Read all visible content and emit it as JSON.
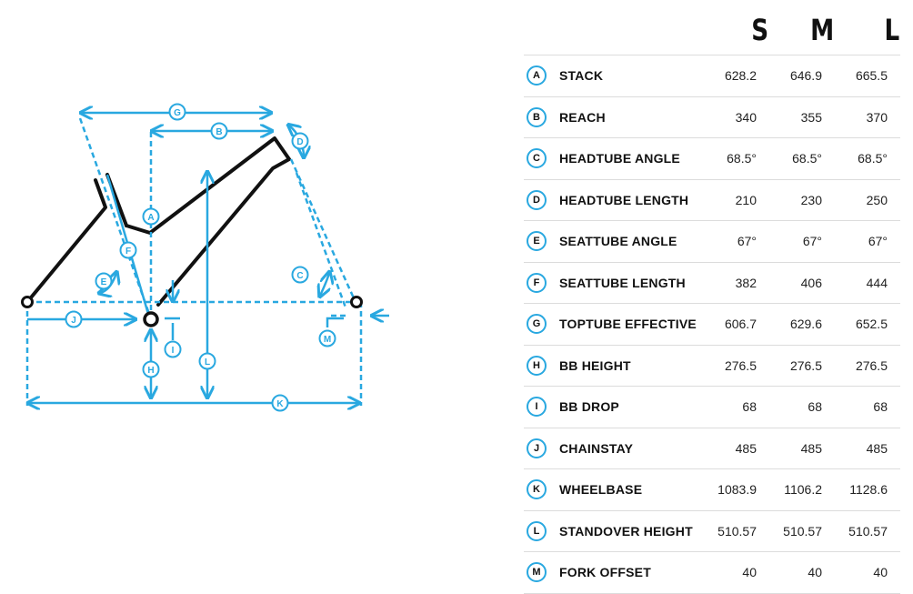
{
  "colors": {
    "accent": "#29a8e0",
    "frame": "#111111",
    "divider": "#dcdcdc"
  },
  "diagram": {
    "markers": [
      "A",
      "B",
      "C",
      "C",
      "D",
      "E",
      "F",
      "G",
      "H",
      "I",
      "J",
      "K",
      "L",
      "M"
    ]
  },
  "table": {
    "sizes": [
      "S",
      "M",
      "L"
    ],
    "rows": [
      {
        "key": "A",
        "label": "STACK",
        "values": [
          "628.2",
          "646.9",
          "665.5"
        ]
      },
      {
        "key": "B",
        "label": "REACH",
        "values": [
          "340",
          "355",
          "370"
        ]
      },
      {
        "key": "C",
        "label": "HEADTUBE ANGLE",
        "values": [
          "68.5°",
          "68.5°",
          "68.5°"
        ]
      },
      {
        "key": "D",
        "label": "HEADTUBE LENGTH",
        "values": [
          "210",
          "230",
          "250"
        ]
      },
      {
        "key": "E",
        "label": "SEATTUBE ANGLE",
        "values": [
          "67°",
          "67°",
          "67°"
        ]
      },
      {
        "key": "F",
        "label": "SEATTUBE LENGTH",
        "values": [
          "382",
          "406",
          "444"
        ]
      },
      {
        "key": "G",
        "label": "TOPTUBE EFFECTIVE",
        "values": [
          "606.7",
          "629.6",
          "652.5"
        ]
      },
      {
        "key": "H",
        "label": "BB HEIGHT",
        "values": [
          "276.5",
          "276.5",
          "276.5"
        ]
      },
      {
        "key": "I",
        "label": "BB DROP",
        "values": [
          "68",
          "68",
          "68"
        ]
      },
      {
        "key": "J",
        "label": "CHAINSTAY",
        "values": [
          "485",
          "485",
          "485"
        ]
      },
      {
        "key": "K",
        "label": "WHEELBASE",
        "values": [
          "1083.9",
          "1106.2",
          "1128.6"
        ]
      },
      {
        "key": "L",
        "label": "STANDOVER HEIGHT",
        "values": [
          "510.57",
          "510.57",
          "510.57"
        ]
      },
      {
        "key": "M",
        "label": "FORK OFFSET",
        "values": [
          "40",
          "40",
          "40"
        ]
      }
    ]
  }
}
